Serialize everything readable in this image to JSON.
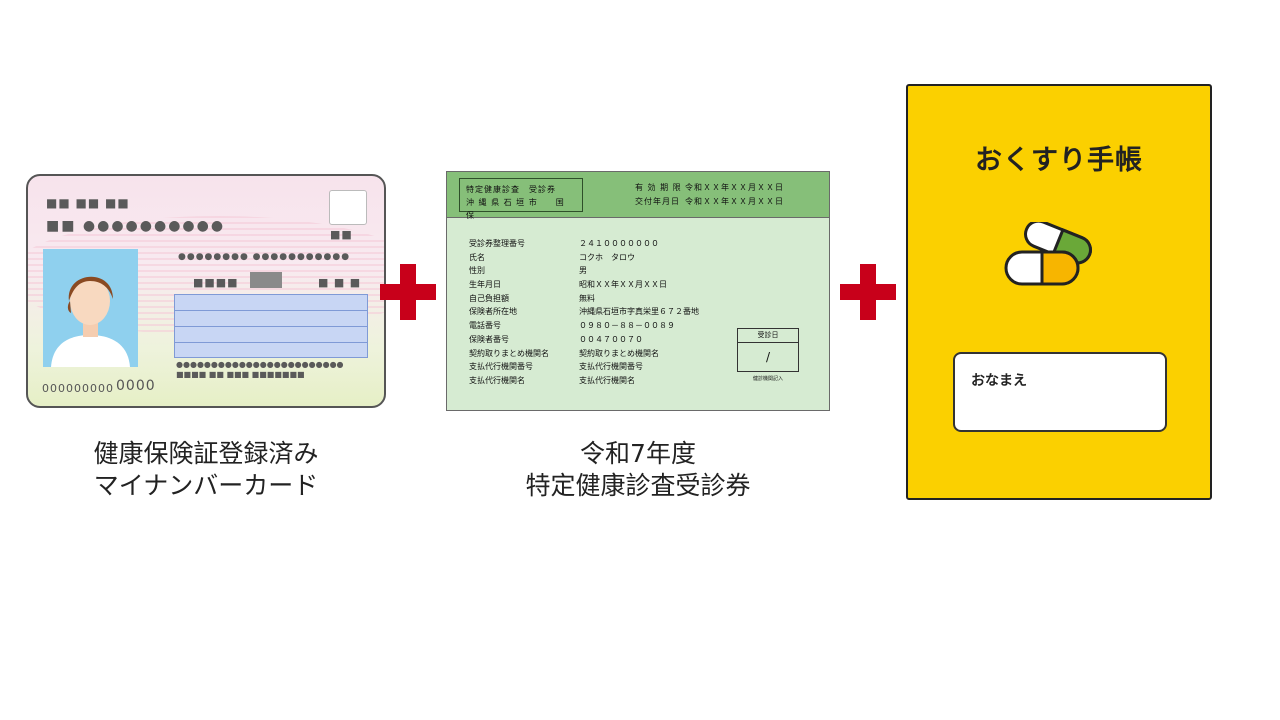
{
  "mynumber_card": {
    "card_number": "000000000",
    "card_code": "0000",
    "caption_line1": "健康保険証登録済み",
    "caption_line2": "マイナンバーカード"
  },
  "exam_ticket": {
    "title_line1": "特定健康診査　受診券",
    "title_line2": "沖 縄 県 石 垣 市　　国 保",
    "validity_label": "有 効 期 限",
    "validity_value": "令和ＸＸ年ＸＸ月ＸＸ日",
    "issue_label": "交付年月日",
    "issue_value": "令和ＸＸ年ＸＸ月ＸＸ日",
    "fields": [
      {
        "key": "受診券整理番号",
        "value": "２４１０００００００"
      },
      {
        "key": "氏名",
        "value": "コクホ　タロウ"
      },
      {
        "key": "性別",
        "value": "男"
      },
      {
        "key": "生年月日",
        "value": "昭和ＸＸ年ＸＸ月ＸＸ日"
      },
      {
        "key": "自己負担額",
        "value": "無料"
      },
      {
        "key": "保険者所在地",
        "value": "沖縄県石垣市字真栄里６７２番地"
      },
      {
        "key": "電話番号",
        "value": "０９８０－８８－００８９"
      },
      {
        "key": "保険者番号",
        "value": "００４７００７０"
      },
      {
        "key": "契約取りまとめ機関名",
        "value": "契約取りまとめ機関名"
      },
      {
        "key": "支払代行機関番号",
        "value": "支払代行機関番号"
      },
      {
        "key": "支払代行機関名",
        "value": "支払代行機関名"
      }
    ],
    "stamp_title": "受診日",
    "stamp_slash": "/",
    "stamp_note": "健診機関記入",
    "caption_line1": "令和7年度",
    "caption_line2": "特定健康診査受診券"
  },
  "medicine_notebook": {
    "title": "おくすり手帳",
    "name_label": "おなまえ"
  },
  "colors": {
    "plus": "#c8001a",
    "ticket_header": "#86bf79",
    "ticket_body": "#d6ebd2",
    "notebook": "#fbd000"
  }
}
